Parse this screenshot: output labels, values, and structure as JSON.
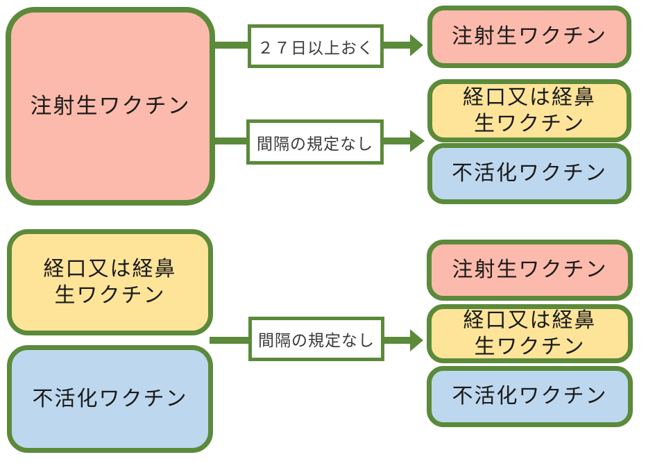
{
  "colors": {
    "green": "#5b8a3a",
    "pink": "#fbbaab",
    "yellow": "#fde499",
    "blue": "#bdd7ee",
    "node_text": "#1a1a1a",
    "label_text": "#3a3a3a"
  },
  "nodes": {
    "source_injectable_live": {
      "label": "注射生ワクチン",
      "color": "#fbbaab"
    },
    "source_oral_nasal_live": {
      "label": "経口又は経鼻\n生ワクチン",
      "color": "#fde499"
    },
    "source_inactivated": {
      "label": "不活化ワクチン",
      "color": "#bdd7ee"
    },
    "top_result_injectable_live": {
      "label": "注射生ワクチン",
      "color": "#fbbaab"
    },
    "top_result_oral_nasal_live": {
      "label": "経口又は経鼻\n生ワクチン",
      "color": "#fde499"
    },
    "top_result_inactivated": {
      "label": "不活化ワクチン",
      "color": "#bdd7ee"
    },
    "bottom_result_injectable_live": {
      "label": "注射生ワクチン",
      "color": "#fbbaab"
    },
    "bottom_result_oral_nasal_live": {
      "label": "経口又は経鼻\n生ワクチン",
      "color": "#fde499"
    },
    "bottom_result_inactivated": {
      "label": "不活化ワクチン",
      "color": "#bdd7ee"
    }
  },
  "rules": {
    "wait_27_days": {
      "label": "２７日以上おく"
    },
    "no_interval_top": {
      "label": "間隔の規定なし"
    },
    "no_interval_bottom": {
      "label": "間隔の規定なし"
    }
  }
}
